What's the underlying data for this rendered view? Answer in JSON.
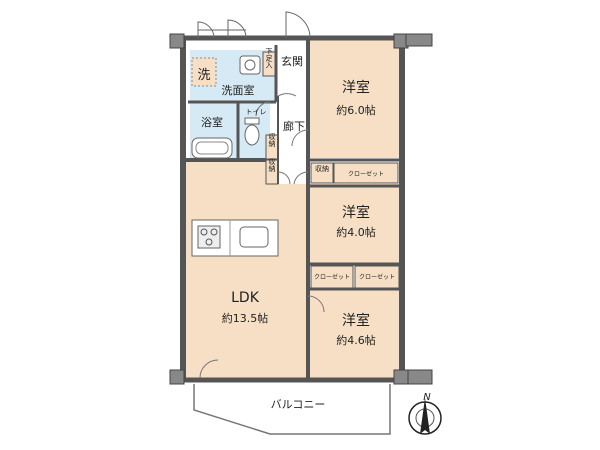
{
  "colors": {
    "wall": "#555555",
    "room_wood": "#f6dfc4",
    "wet_area": "#d6eaf6",
    "closet": "#f6dfc4",
    "line": "#8a8a8a"
  },
  "rooms": {
    "western_a": {
      "name": "洋室",
      "size": "約6.0帖"
    },
    "western_b": {
      "name": "洋室",
      "size": "約4.0帖"
    },
    "western_c": {
      "name": "洋室",
      "size": "約4.6帖"
    },
    "ldk": {
      "name": "LDK",
      "size": "約13.5帖"
    },
    "genkan": "玄関",
    "senmenshitsu": "洗面室",
    "yokushitsu": "浴室",
    "toilet": "トイレ",
    "rouka": "廊下",
    "sen": "洗",
    "shimobako": "下足入",
    "shuno_1": "収納",
    "shuno_2": "収納",
    "shuno_3": "収納",
    "shuno_4": "収納",
    "closet_1": "クローゼット",
    "closet_2": "クローゼット",
    "closet_3": "クローゼット",
    "balcony": "バルコニー"
  },
  "compass": {
    "north": "N"
  }
}
